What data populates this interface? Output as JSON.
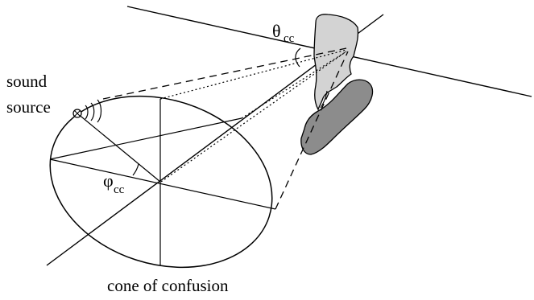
{
  "labels": {
    "sound": "sound",
    "source": "source",
    "theta_symbol": "θ",
    "theta_subscript": "cc",
    "phi_symbol": "φ",
    "phi_subscript": "cc",
    "caption": "cone of confusion"
  },
  "colors": {
    "ink": "#000000",
    "head_fill": "#d3d3d3",
    "shoulder_fill": "#8c8c8c",
    "background": "#ffffff"
  }
}
